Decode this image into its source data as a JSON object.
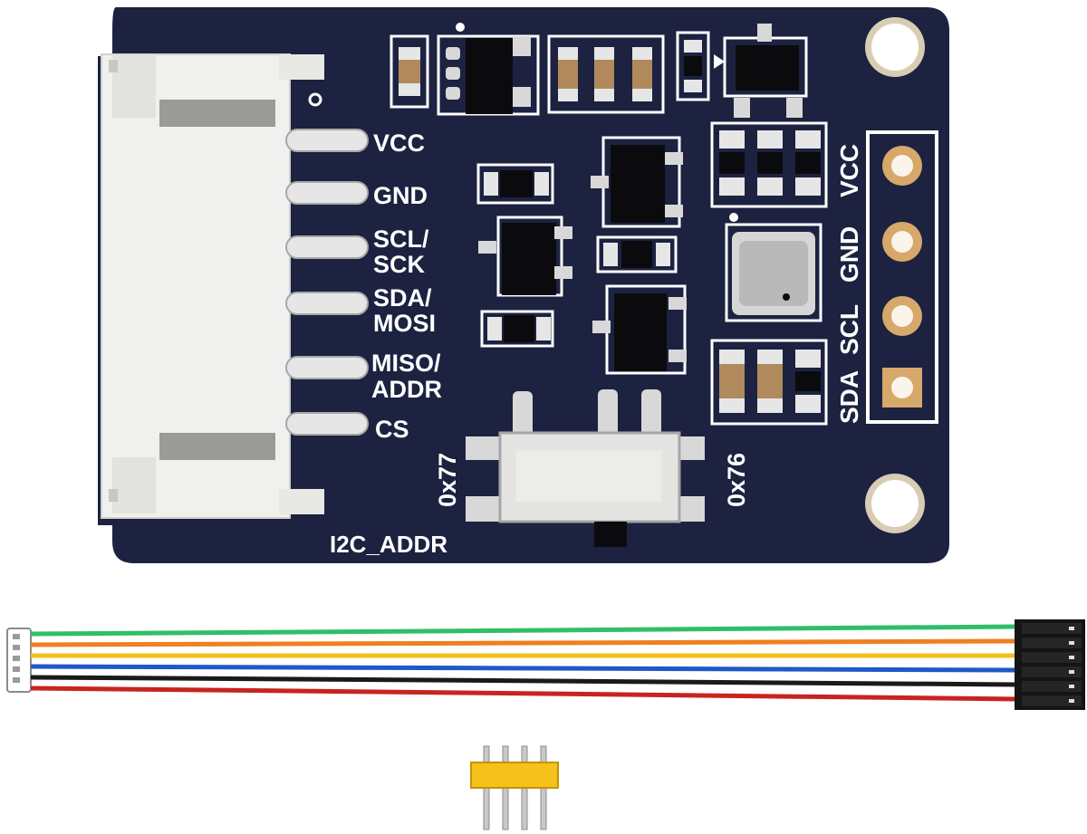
{
  "board": {
    "pcb_color": "#1c2240",
    "silkscreen_color": "#ffffff",
    "left_pins": [
      "VCC",
      "GND",
      "SCL/",
      "SCK",
      "SDA/",
      "MOSI",
      "MISO/",
      "ADDR",
      "CS"
    ],
    "right_pins": [
      "SDA",
      "SCL",
      "GND",
      "VCC"
    ],
    "switch_left_label": "0x77",
    "switch_right_label": "0x76",
    "switch_caption": "I2C_ADDR"
  },
  "cable": {
    "wire_colors": [
      "#2fbf6a",
      "#f07f1f",
      "#f2c019",
      "#1f58c8",
      "#1a1a1a",
      "#c8241e"
    ]
  },
  "header": {
    "pin_count": 4,
    "plastic_color": "#f4c21a"
  }
}
